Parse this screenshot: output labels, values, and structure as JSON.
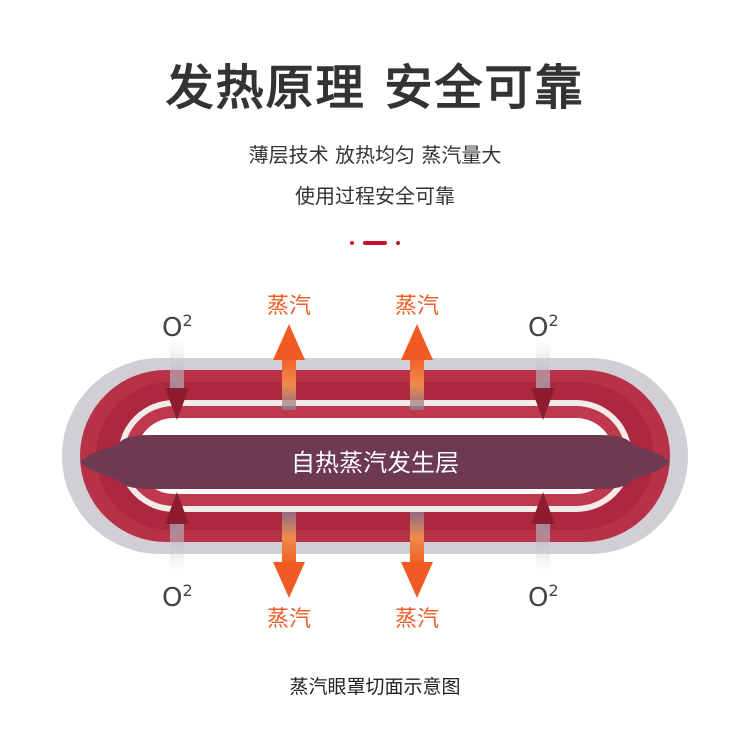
{
  "header": {
    "title": "发热原理 安全可靠",
    "subtitle_line1": "薄层技术 放热均匀 蒸汽量大",
    "subtitle_line2": "使用过程安全可靠"
  },
  "diagram": {
    "core_layer_label": "自热蒸汽发生层",
    "steam_label": "蒸汽",
    "oxygen_label": "O",
    "oxygen_superscript": "2",
    "caption": "蒸汽眼罩切面示意图"
  },
  "colors": {
    "title_text": "#333333",
    "accent_red": "#c8102e",
    "outer_shell": "#c9c6cc",
    "mid_layer": "#b52e45",
    "core_layer": "#6e3a52",
    "steam_orange": "#ee5f28"
  }
}
